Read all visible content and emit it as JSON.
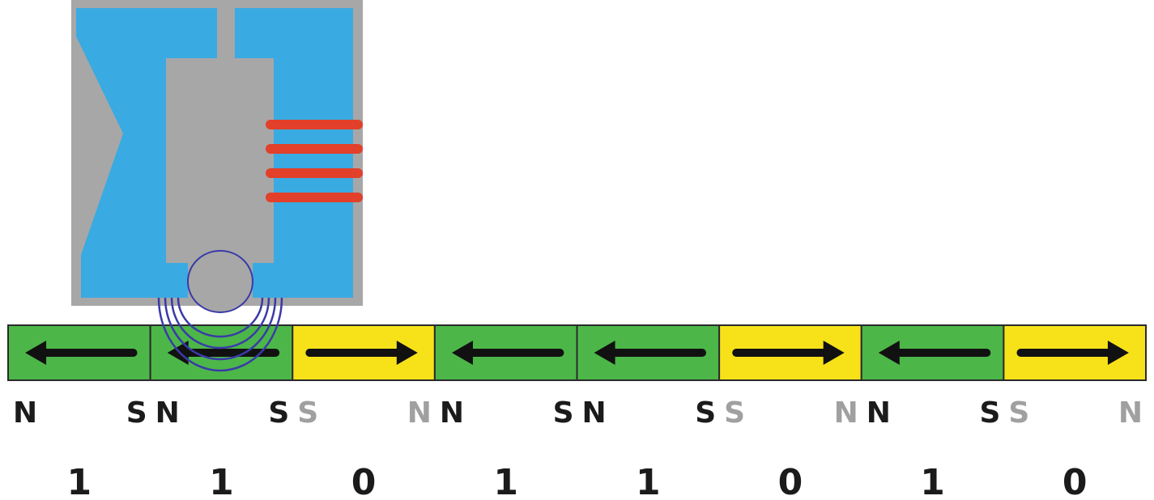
{
  "colors": {
    "head_frame": "#a7a7a7",
    "head_body": "#3aaae2",
    "coil": "#e2402a",
    "field_lines": "#3a3aa8",
    "domain_zero_fill": "#4cb748",
    "domain_one_fill": "#f7e21a",
    "domain_border": "#2a2a2a",
    "arrow": "#111111",
    "label_strong": "#1b1b1b",
    "label_faded": "#a0a0a0"
  },
  "head": {
    "icon": "magnetic-read-write-head",
    "coil_turns": 4,
    "field_lines": 4
  },
  "domains": [
    {
      "direction": "left",
      "left_pole": "N",
      "right_pole": "S",
      "left_faded": false,
      "right_faded": false,
      "color": "green",
      "bit": "1"
    },
    {
      "direction": "left",
      "left_pole": "N",
      "right_pole": "S",
      "left_faded": false,
      "right_faded": false,
      "color": "green",
      "bit": "1"
    },
    {
      "direction": "right",
      "left_pole": "S",
      "right_pole": "N",
      "left_faded": true,
      "right_faded": true,
      "color": "yellow",
      "bit": "0"
    },
    {
      "direction": "left",
      "left_pole": "N",
      "right_pole": "S",
      "left_faded": false,
      "right_faded": false,
      "color": "green",
      "bit": "1"
    },
    {
      "direction": "left",
      "left_pole": "N",
      "right_pole": "S",
      "left_faded": false,
      "right_faded": false,
      "color": "green",
      "bit": "1"
    },
    {
      "direction": "right",
      "left_pole": "S",
      "right_pole": "N",
      "left_faded": true,
      "right_faded": true,
      "color": "yellow",
      "bit": "0"
    },
    {
      "direction": "left",
      "left_pole": "N",
      "right_pole": "S",
      "left_faded": false,
      "right_faded": false,
      "color": "green",
      "bit": "1"
    },
    {
      "direction": "right",
      "left_pole": "S",
      "right_pole": "N",
      "left_faded": true,
      "right_faded": true,
      "color": "yellow",
      "bit": "0"
    }
  ]
}
